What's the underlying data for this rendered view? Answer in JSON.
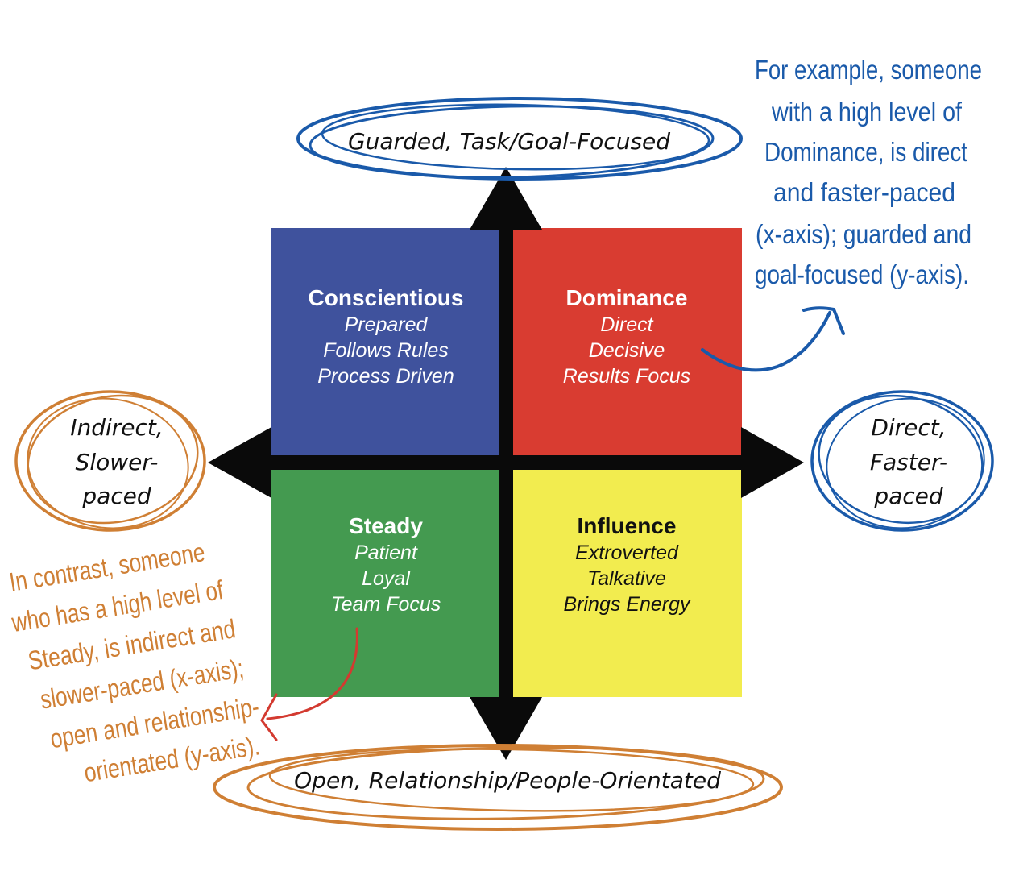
{
  "colors": {
    "conscientious": "#3f529d",
    "dominance": "#d93c31",
    "steady": "#449a50",
    "influence": "#f2ec4f",
    "axis": "#0a0a0a",
    "annotation_blue": "#1a5aaa",
    "annotation_orange": "#cf7f34",
    "pointer_red": "#d33a30"
  },
  "axes": {
    "top": "Guarded, Task/Goal-Focused",
    "bottom": "Open, Relationship/People-Orientated",
    "left": [
      "Indirect,",
      "Slower-",
      "paced"
    ],
    "right": [
      "Direct,",
      "Faster-",
      "paced"
    ]
  },
  "quadrants": {
    "conscientious": {
      "title": "Conscientious",
      "traits": [
        "Prepared",
        "Follows Rules",
        "Process Driven"
      ]
    },
    "dominance": {
      "title": "Dominance",
      "traits": [
        "Direct",
        "Decisive",
        "Results Focus"
      ]
    },
    "steady": {
      "title": "Steady",
      "traits": [
        "Patient",
        "Loyal",
        "Team Focus"
      ]
    },
    "influence": {
      "title": "Influence",
      "traits": [
        "Extroverted",
        "Talkative",
        "Brings Energy"
      ]
    }
  },
  "annotations": {
    "dominance_note": [
      "For example, someone",
      "with a high level of",
      "Dominance, is direct",
      "and faster-paced",
      "(x-axis); guarded and",
      "goal-focused (y-axis)."
    ],
    "steady_note": [
      "In contrast, someone",
      "who has a high level of",
      "Steady, is indirect and",
      "slower-paced (x-axis);",
      "open and relationship-",
      "orientated (y-axis)."
    ]
  }
}
